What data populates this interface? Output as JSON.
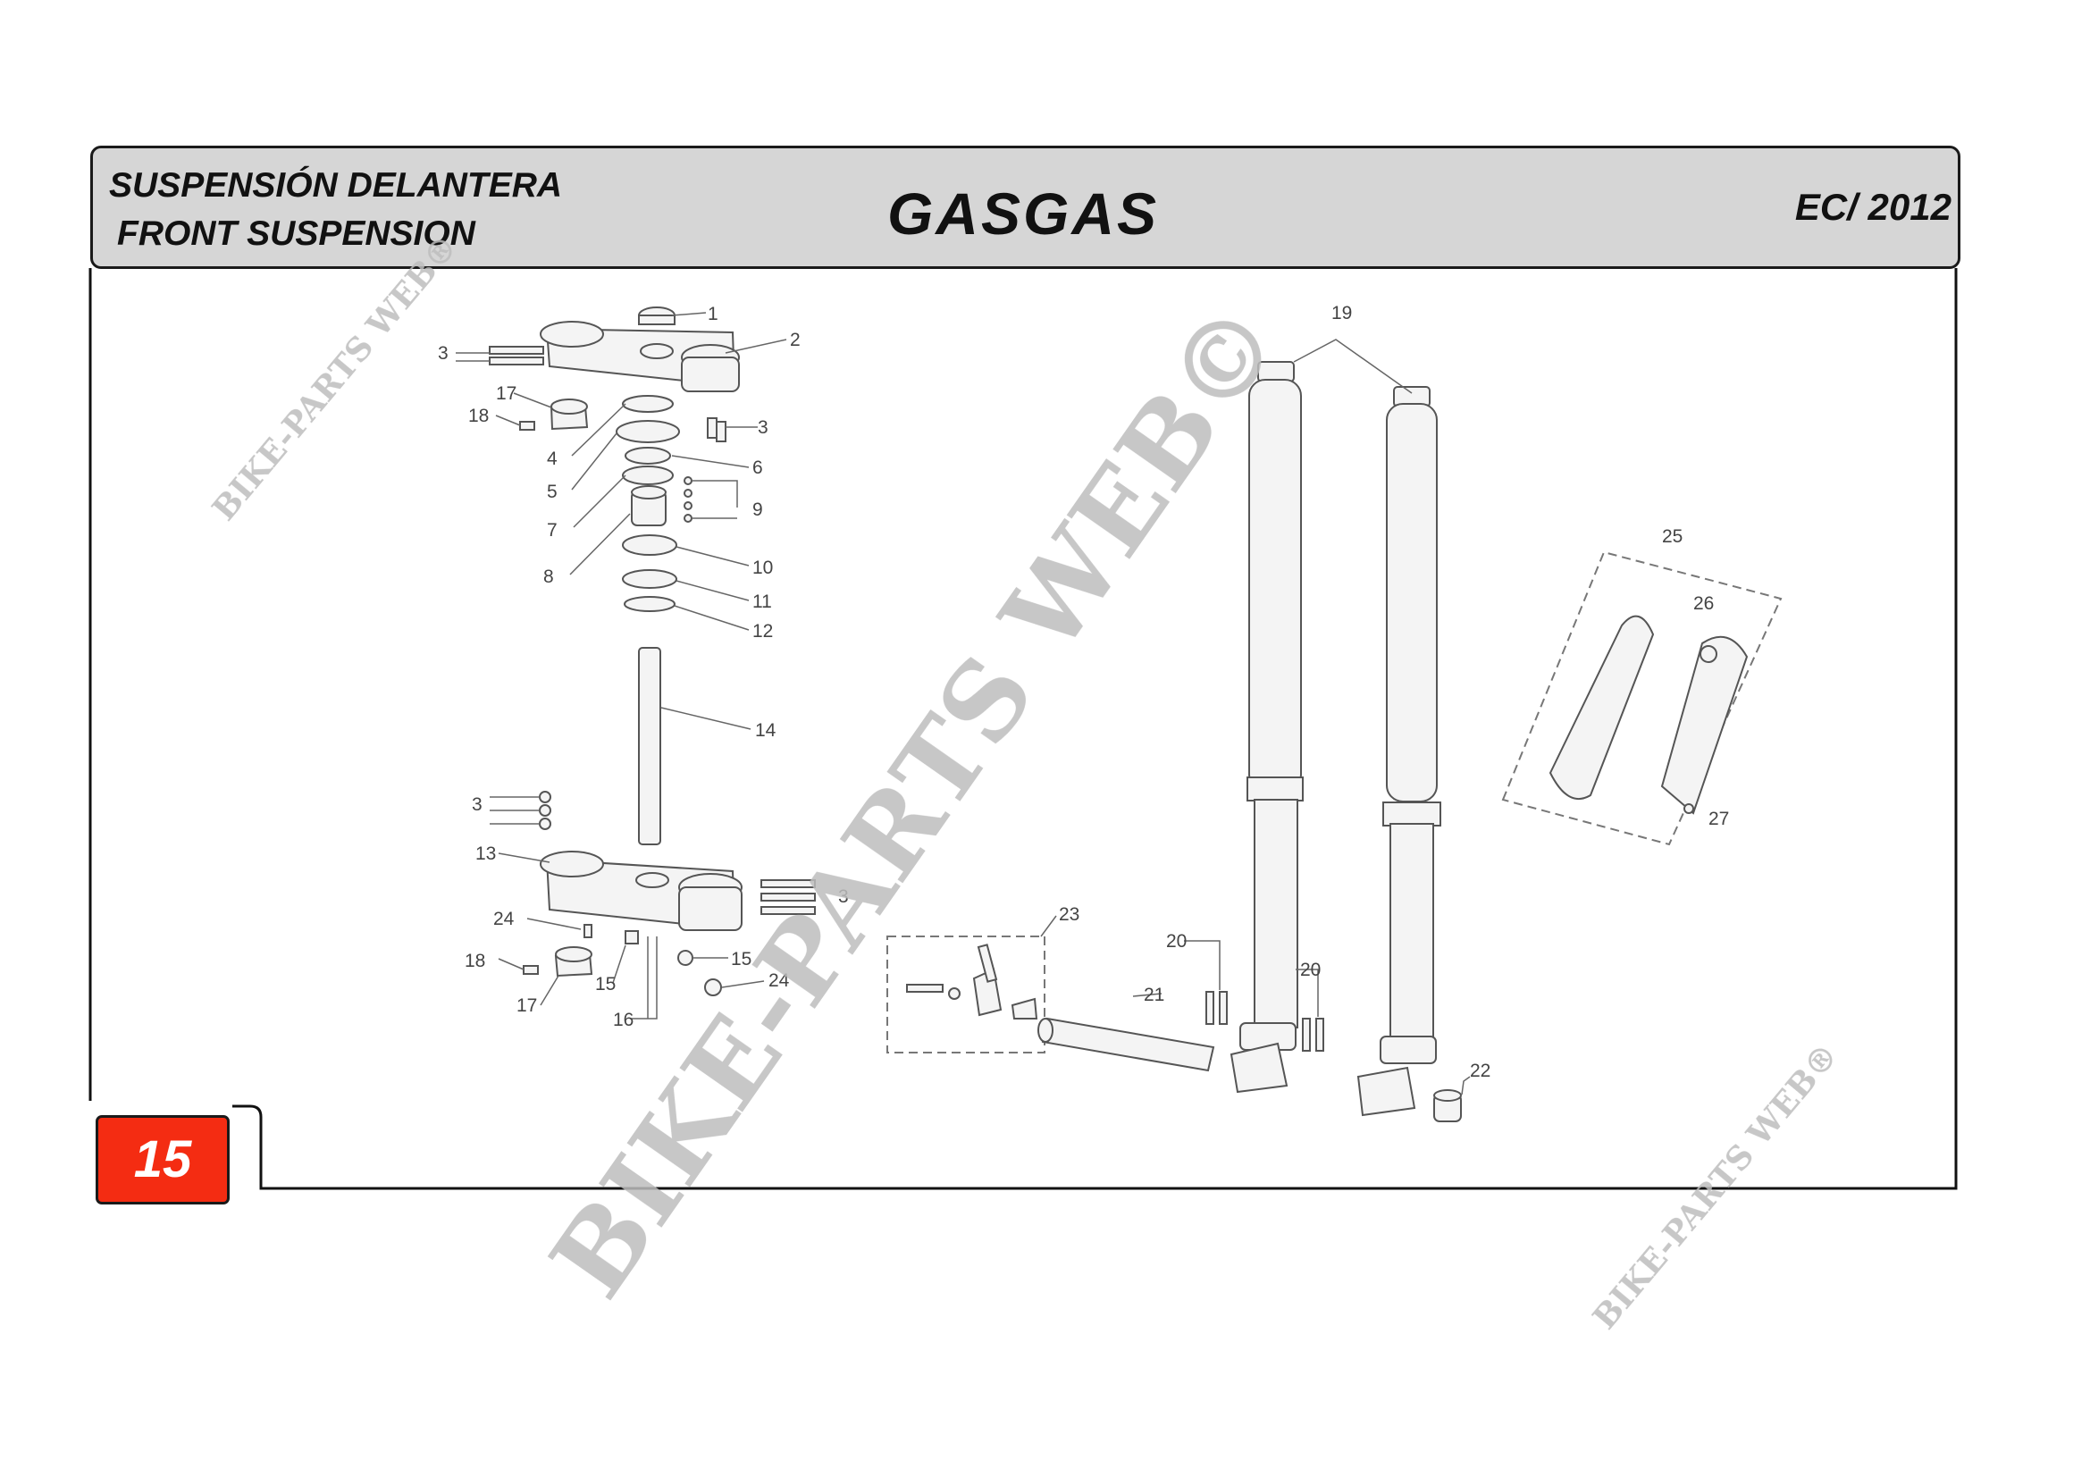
{
  "header": {
    "title_es": "SUSPENSIÓN DELANTERA",
    "title_en": "FRONT SUSPENSION",
    "brand": "GASGAS",
    "model": "EC/ 2012"
  },
  "page_number": "15",
  "watermarks": {
    "big": "BIKE-PARTS WEB©",
    "small": "BIKE-PARTS WEB®"
  },
  "callouts": [
    "1",
    "2",
    "3",
    "3",
    "3",
    "3",
    "4",
    "5",
    "6",
    "7",
    "8",
    "9",
    "10",
    "11",
    "12",
    "13",
    "14",
    "15",
    "15",
    "16",
    "17",
    "17",
    "18",
    "18",
    "19",
    "20",
    "20",
    "21",
    "22",
    "23",
    "24",
    "24",
    "25",
    "26",
    "27"
  ],
  "colors": {
    "header_bg": "#d6d6d6",
    "badge": "#f42c12",
    "watermark": "#bdbdbd"
  }
}
